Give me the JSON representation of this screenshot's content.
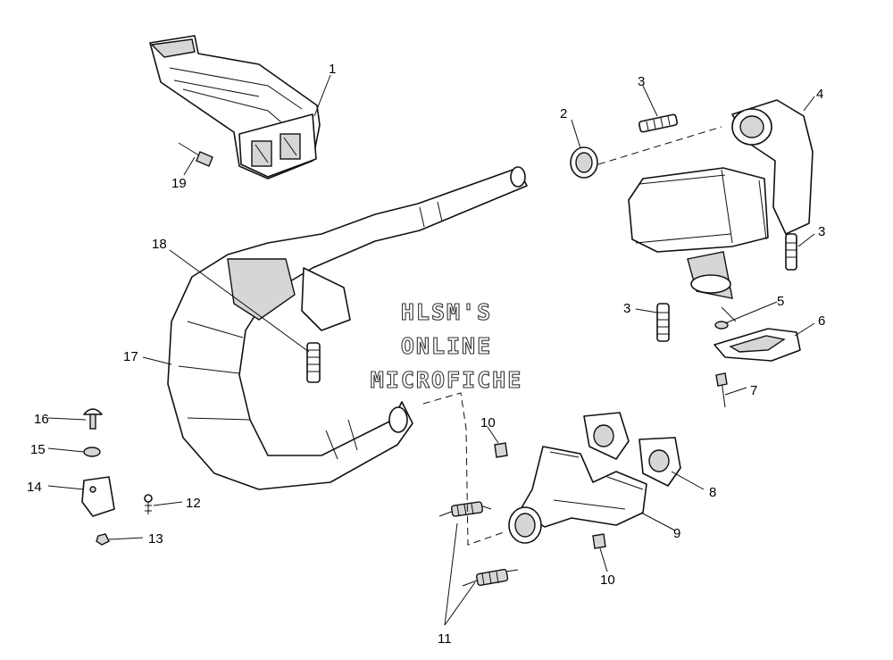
{
  "watermark": {
    "line1": "HLSM'S",
    "line2": "ONLINE",
    "line3": "MICROFICHE"
  },
  "callouts": {
    "c1": "1",
    "c2": "2",
    "c3a": "3",
    "c3b": "3",
    "c3c": "3",
    "c4": "4",
    "c5": "5",
    "c6": "6",
    "c7": "7",
    "c8": "8",
    "c9": "9",
    "c10a": "10",
    "c10b": "10",
    "c11": "11",
    "c12": "12",
    "c13": "13",
    "c14": "14",
    "c15": "15",
    "c16": "16",
    "c17": "17",
    "c18": "18",
    "c19": "19"
  }
}
